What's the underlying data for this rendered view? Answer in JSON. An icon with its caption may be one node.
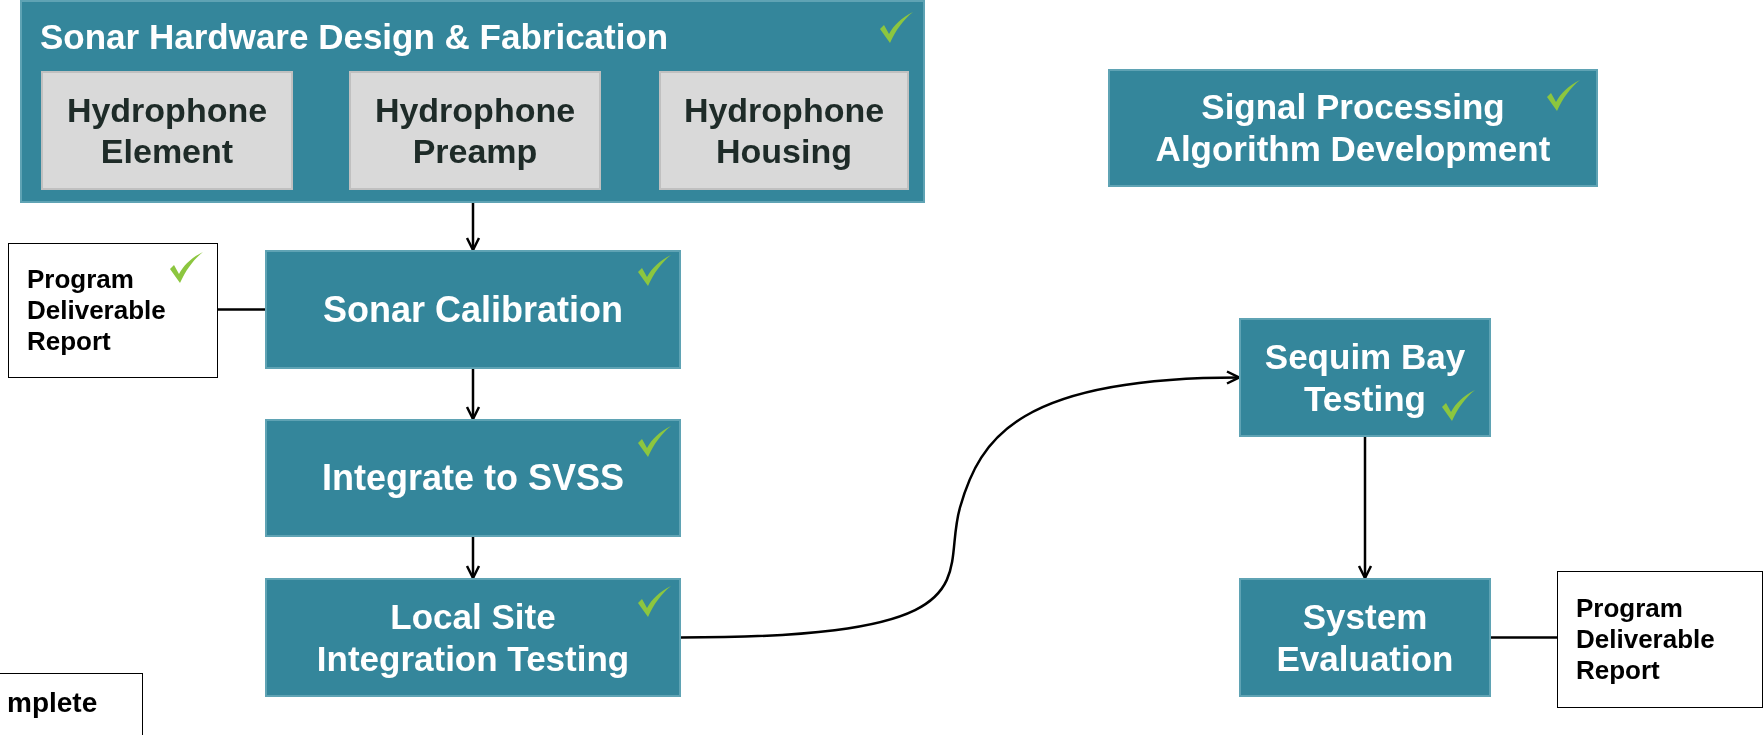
{
  "diagram": {
    "nodes": [
      {
        "text": [
          "Sonar Hardware Design & Fabrication"
        ]
      },
      {
        "text": [
          "Hydrophone Element"
        ],
        "in": 0
      },
      {
        "text": [
          "Hydrophone Preamp"
        ],
        "in": 0
      },
      {
        "text": [
          "Hydrophone Housing"
        ],
        "in": 0
      },
      {
        "text": [
          "Signal Processing Algorithm Development"
        ]
      },
      {
        "text": [
          "Program Deliverable Report"
        ]
      },
      {
        "text": [
          "Sonar Calibration"
        ]
      },
      {
        "text": [
          "Sequim Bay Testing"
        ]
      },
      {
        "text": [
          "Integrate to SVSS"
        ]
      },
      {
        "text": [
          "Local Site Integration Testing"
        ]
      },
      {
        "text": [
          "System Evaluation"
        ]
      },
      {
        "text": [
          "Program Deliverable Report"
        ]
      },
      {
        "text": [
          "mplete"
        ]
      }
    ],
    "edges": [
      {
        "from": 0,
        "to": 6,
        "arrow": "to"
      },
      {
        "from": 5,
        "to": 6,
        "arrow": "none"
      },
      {
        "from": 6,
        "to": 8,
        "arrow": "to"
      },
      {
        "from": 8,
        "to": 9,
        "arrow": "to"
      },
      {
        "from": 9,
        "to": 7,
        "arrow": "to"
      },
      {
        "from": 7,
        "to": 10,
        "arrow": "to"
      },
      {
        "from": 10,
        "to": 11,
        "arrow": "none"
      }
    ]
  }
}
